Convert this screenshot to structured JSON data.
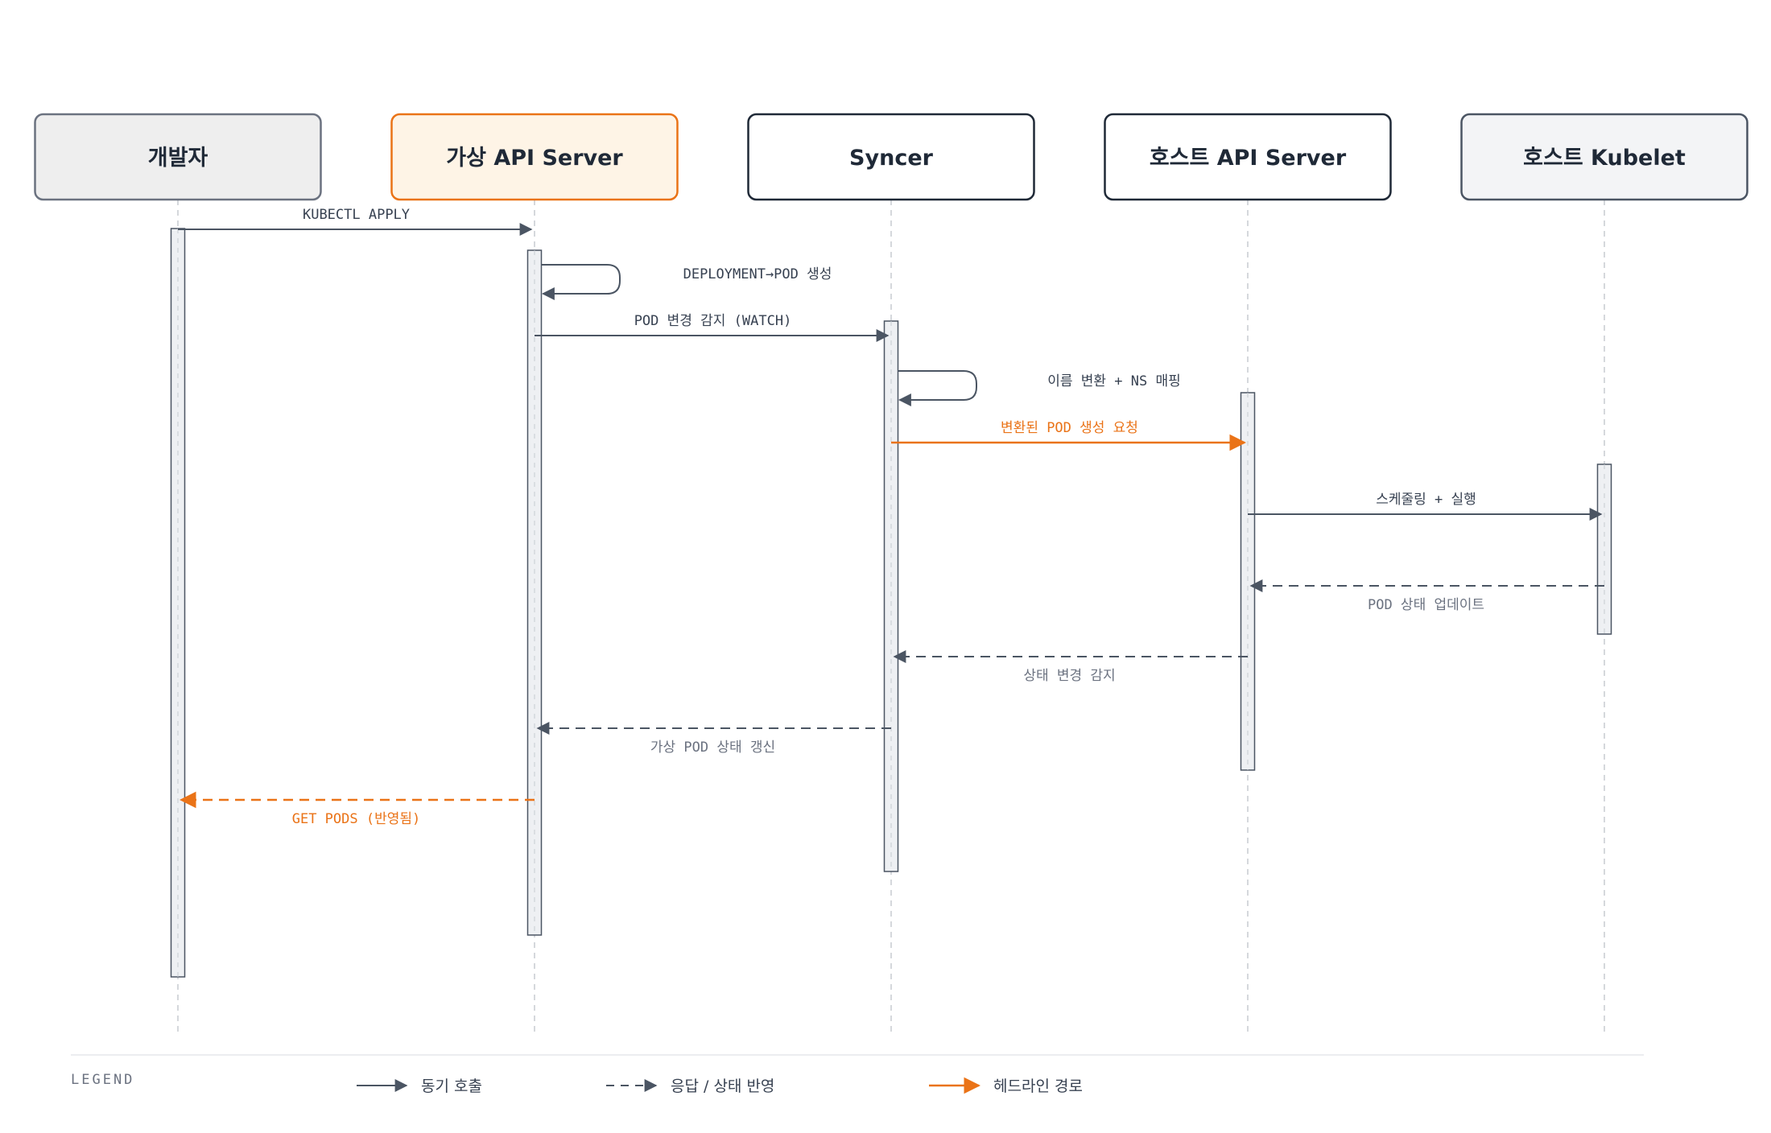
{
  "colors": {
    "accent": "#ea7317",
    "accent_fill": "#fef4e6",
    "dark": "#1f2937",
    "line": "#4b5563",
    "neutral_fill": "#eeeeee",
    "activation_fill": "#eef0f3"
  },
  "actors": [
    {
      "id": "developer",
      "label": "개발자",
      "style": "neutral"
    },
    {
      "id": "virtual-api",
      "label": "가상 API Server",
      "style": "accent"
    },
    {
      "id": "syncer",
      "label": "Syncer",
      "style": "outline"
    },
    {
      "id": "host-api",
      "label": "호스트 API Server",
      "style": "outline"
    },
    {
      "id": "host-kubelet",
      "label": "호스트 Kubelet",
      "style": "neutral"
    }
  ],
  "messages": [
    {
      "from": 0,
      "to": 1,
      "kind": "sync",
      "label": "KUBECTL APPLY"
    },
    {
      "from": 1,
      "to": 1,
      "kind": "self",
      "label": "DEPLOYMENT→POD 생성"
    },
    {
      "from": 1,
      "to": 2,
      "kind": "sync",
      "label": "POD 변경 감지 (WATCH)"
    },
    {
      "from": 2,
      "to": 2,
      "kind": "self",
      "label": "이름 변환 + NS 매핑"
    },
    {
      "from": 2,
      "to": 3,
      "kind": "headline",
      "label": "변환된 POD 생성 요청"
    },
    {
      "from": 3,
      "to": 4,
      "kind": "sync",
      "label": "스케줄링 + 실행"
    },
    {
      "from": 4,
      "to": 3,
      "kind": "reply",
      "label": "POD 상태 업데이트"
    },
    {
      "from": 3,
      "to": 2,
      "kind": "reply",
      "label": "상태 변경 감지"
    },
    {
      "from": 2,
      "to": 1,
      "kind": "reply",
      "label": "가상 POD 상태 갱신"
    },
    {
      "from": 1,
      "to": 0,
      "kind": "headline-reply",
      "label": "GET PODS (반영됨)"
    }
  ],
  "legend": {
    "title": "LEGEND",
    "items": [
      {
        "kind": "sync",
        "label": "동기 호출"
      },
      {
        "kind": "reply",
        "label": "응답 / 상태 반영"
      },
      {
        "kind": "headline",
        "label": "헤드라인 경로"
      }
    ]
  }
}
